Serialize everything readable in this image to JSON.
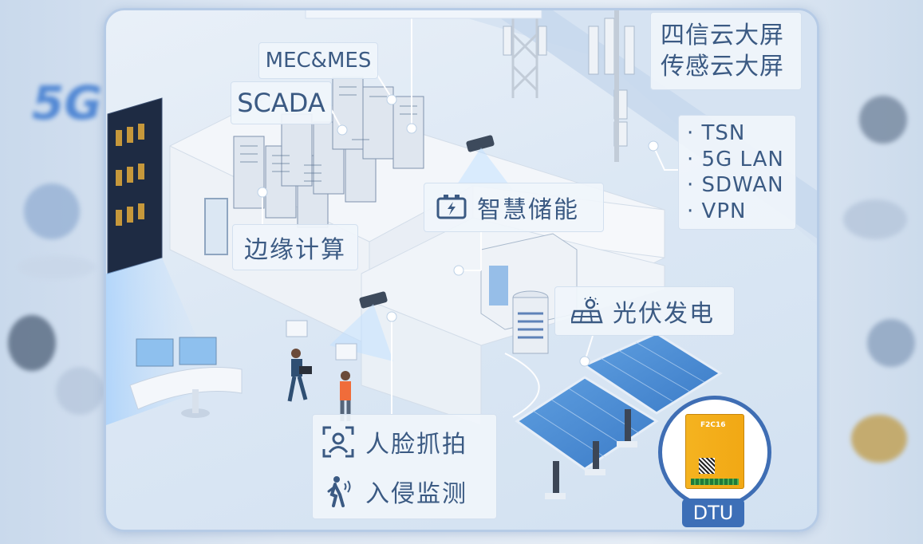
{
  "labels": {
    "mec_mes": "MEC&MES",
    "scada": "SCADA",
    "edge_computing": "边缘计算",
    "smart_energy": "智慧储能",
    "photovoltaic": "光伏发电",
    "cloud_screen_1": "四信云大屏",
    "cloud_screen_2": "传感云大屏",
    "face_capture": "人脸抓拍",
    "intrusion": "入侵监测"
  },
  "network": [
    "· TSN",
    "· 5G LAN",
    "· SDWAN",
    "· VPN"
  ],
  "dtu": {
    "badge": "DTU",
    "model": "F2C16"
  },
  "side_left_text": "5G",
  "colors": {
    "label_text": "#3b5a83",
    "accent_blue": "#3d6fb7",
    "panel_border": "#b6cbe6",
    "dtu_orange": "#f2a814"
  },
  "icons": {
    "energy": "battery-bolt-icon",
    "pv": "solar-panel-icon",
    "face": "face-scan-icon",
    "intrusion": "walking-person-icon"
  }
}
